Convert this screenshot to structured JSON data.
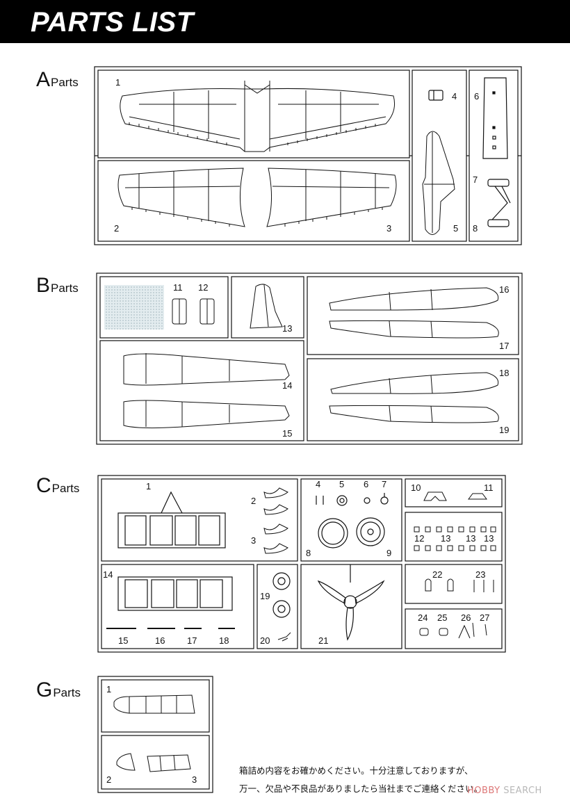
{
  "header": {
    "title": "PARTS LIST"
  },
  "sections": {
    "a": {
      "letter": "A",
      "word": "Parts"
    },
    "b": {
      "letter": "B",
      "word": "Parts"
    },
    "c": {
      "letter": "C",
      "word": "Parts"
    },
    "g": {
      "letter": "G",
      "word": "Parts"
    }
  },
  "part_numbers": {
    "a": [
      "1",
      "2",
      "3",
      "4",
      "5",
      "6",
      "7",
      "8"
    ],
    "b": [
      "11",
      "12",
      "13",
      "14",
      "15",
      "16",
      "17",
      "18",
      "19"
    ],
    "c": [
      "1",
      "2",
      "3",
      "4",
      "5",
      "6",
      "7",
      "8",
      "9",
      "10",
      "11",
      "12",
      "13",
      "13",
      "13",
      "14",
      "15",
      "16",
      "17",
      "18",
      "19",
      "20",
      "21",
      "22",
      "23",
      "24",
      "25",
      "26",
      "27"
    ],
    "g": [
      "1",
      "2",
      "3"
    ]
  },
  "note": {
    "line1": "箱詰め内容をお確かめください。十分注意しておりますが、",
    "line2": "万一、欠品や不良品がありましたら当社までご連絡ください。"
  },
  "watermark": {
    "text_a": "HOBBY ",
    "text_b": "SEARCH"
  }
}
